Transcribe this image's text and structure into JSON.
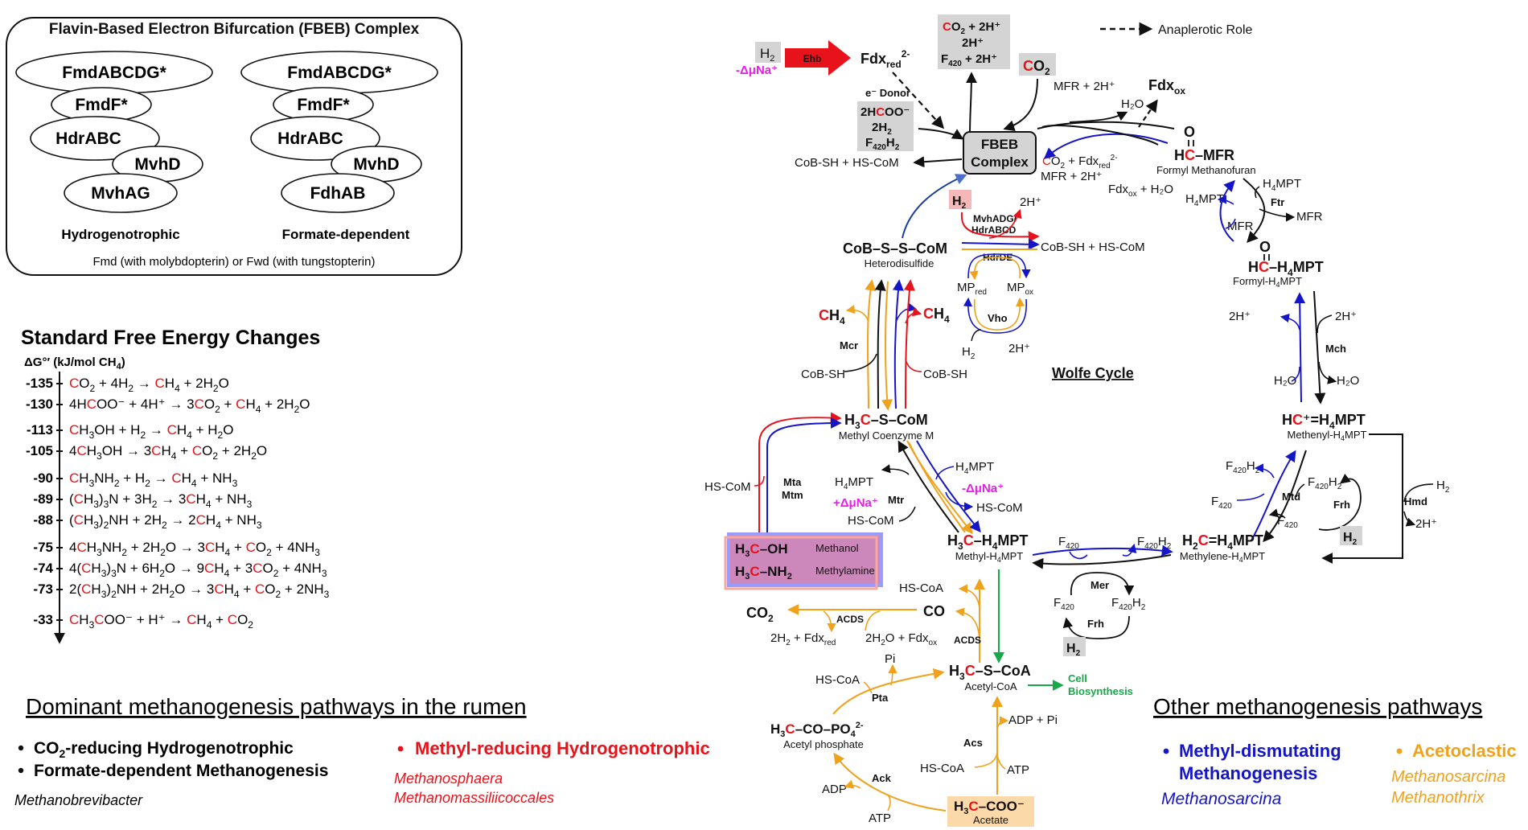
{
  "colors": {
    "black": "#111111",
    "red": "#e8121a",
    "blue": "#1515c8",
    "orange": "#f0a21c",
    "green": "#17a84a",
    "magenta": "#e61ee6",
    "gray_box": "#d4d4d4",
    "pink_box": "#f4b8b8",
    "acetate_box": "#fbd9a8",
    "methyl_box": "#cc88bb"
  },
  "fbeb_panel": {
    "title": "Flavin-Based Electron Bifurcation (FBEB) Complex",
    "hydrogenotrophic": [
      "FmdABCDG*",
      "FmdF*",
      "HdrABC",
      "MvhD",
      "MvhAG"
    ],
    "hydrogenotrophic_label": "Hydrogenotrophic",
    "formate": [
      "FmdABCDG*",
      "FmdF*",
      "HdrABC",
      "MvhD",
      "FdhAB"
    ],
    "formate_label": "Formate-dependent",
    "footnote": "Fmd (with molybdopterin) or Fwd (with tungstopterin)"
  },
  "energy": {
    "title": "Standard Free Energy Changes",
    "axis_label": "ΔG°′ (kJ/mol CH",
    "axis_sub": "4",
    "axis_end": ")",
    "rows": [
      {
        "value": "-135",
        "eq": "CO2 + 4H2 → CH4 + 2H2O"
      },
      {
        "value": "-130",
        "eq": "4HCOO⁻ + 4H⁺ → 3CO2 + CH4 + 2H2O"
      },
      {
        "value": "-113",
        "eq": "CH3OH + H2 → CH4 + H2O"
      },
      {
        "value": "-105",
        "eq": "4CH3OH → 3CH4 + CO2 + 2H2O"
      },
      {
        "value": "-90",
        "eq": "CH3NH2 + H2 → CH4 + NH3"
      },
      {
        "value": "-89",
        "eq": "(CH3)3N + 3H2 → 3CH4 + NH3"
      },
      {
        "value": "-88",
        "eq": "(CH3)2NH + 2H2 → 2CH4 + NH3"
      },
      {
        "value": "-75",
        "eq": "4CH3NH2 + 2H2O → 3CH4 + CO2 + 4NH3"
      },
      {
        "value": "-74",
        "eq": "4(CH3)3N + 6H2O → 9CH4 + 3CO2 + 4NH3"
      },
      {
        "value": "-73",
        "eq": "2(CH3)2NH + 2H2O → 3CH4 + CO2 + 2NH3"
      },
      {
        "value": "-33",
        "eq": "CH3COO⁻ + H⁺ → CH4 + CO2"
      }
    ]
  },
  "rumen": {
    "title": "Dominant methanogenesis pathways in the rumen",
    "bullet1": "CO2-reducing Hydrogenotrophic",
    "bullet2": "Formate-dependent Methanogenesis",
    "organism1": "Methanobrevibacter",
    "bullet3": "Methyl-reducing Hydrogenotrophic",
    "organism2": "Methanosphaera",
    "organism3": "Methanomassiliicoccales"
  },
  "other": {
    "title": "Other methanogenesis pathways",
    "bullet1a": "Methyl-dismutating",
    "bullet1b": "Methanogenesis",
    "organism1": "Methanosarcina",
    "bullet2": "Acetoclastic",
    "organism2": "Methanosarcina",
    "organism3": "Methanothrix"
  },
  "pathway": {
    "legend_anaplerotic": "Anaplerotic Role",
    "ehb": "Ehb",
    "dmu_neg": "-ΔμNa⁺",
    "dmu_pos": "+ΔμNa⁺",
    "e_donor": "e⁻ Donor",
    "fbeb_line1": "FBEB",
    "fbeb_line2": "Complex",
    "wolfe_cycle": "Wolfe Cycle",
    "formyl_methanofuran": "Formyl Methanofuran",
    "formyl_h4mpt": "Formyl-H4MPT",
    "methenyl_h4mpt": "Methenyl-H4MPT",
    "methylene_h4mpt": "Methylene-H4MPT",
    "methyl_h4mpt": "Methyl-H4MPT",
    "heterodisulfide": "Heterodisulfide",
    "methyl_coenzyme_m": "Methyl Coenzyme M",
    "methanol": "Methanol",
    "methylamine": "Methylamine",
    "acetyl_coa": "Acetyl-CoA",
    "acetyl_phosphate": "Acetyl phosphate",
    "acetate": "Acetate",
    "cell_line1": "Cell",
    "cell_line2": "Biosynthesis",
    "enzymes": {
      "ftr": "Ftr",
      "mch": "Mch",
      "mtd": "Mtd",
      "frh": "Frh",
      "hmd": "Hmd",
      "mer": "Mer",
      "mtr": "Mtr",
      "mcr": "Mcr",
      "mta": "Mta",
      "mtm": "Mtm",
      "vho": "Vho",
      "hdrde": "HdrDE",
      "mvh1": "MvhADG/",
      "mvh2": "HdrABCD",
      "acds": "ACDS",
      "pta": "Pta",
      "ack": "Ack",
      "acs": "Acs"
    },
    "labels": {
      "mfr_2h": "MFR + 2H⁺",
      "h2o": "H₂O",
      "cobsh_hscom": "CoB-SH + HS-CoM",
      "h4mpt": "H₄MPT",
      "mfr": "MFR",
      "h_plus_2": "2H⁺",
      "cob_sh": "CoB-SH",
      "hs_com": "HS-CoM",
      "hs_coa": "HS-CoA",
      "pi": "Pi",
      "adp": "ADP",
      "atp": "ATP",
      "adp_pi": "ADP + Pi",
      "h2": "H₂"
    }
  }
}
